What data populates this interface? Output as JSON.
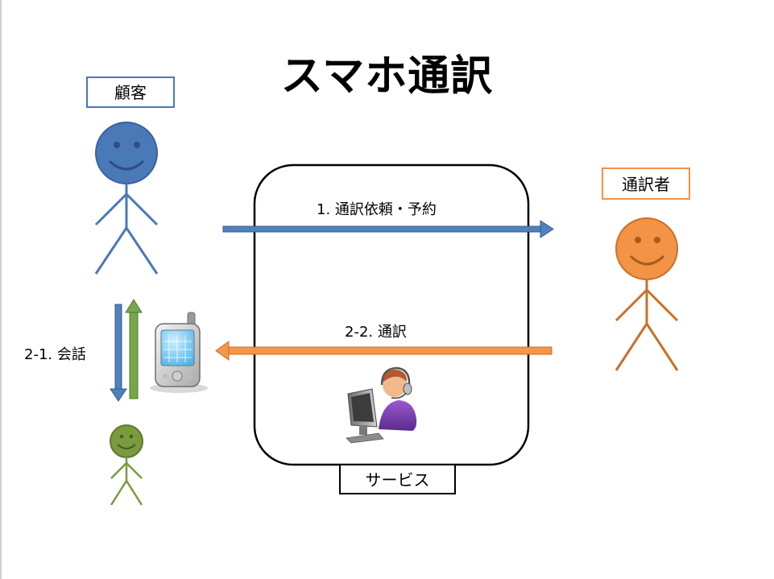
{
  "title": "スマホ通訳",
  "labels": {
    "customer": "顧客",
    "interpreter": "通訳者",
    "service": "サービス",
    "request": "1. 通訳依頼・予約",
    "interpret": "2-2. 通訳",
    "conversation": "2-1. 会話"
  },
  "colors": {
    "customer": "#4a79b8",
    "interpreter": "#f29345",
    "partner": "#7a9a3e",
    "blue_arrow": "#4f81bd",
    "orange_arrow": "#f79646",
    "green_arrow": "#77a64a"
  },
  "icons": {
    "phone": "smartphone-icon",
    "operator": "headset-operator-icon"
  }
}
